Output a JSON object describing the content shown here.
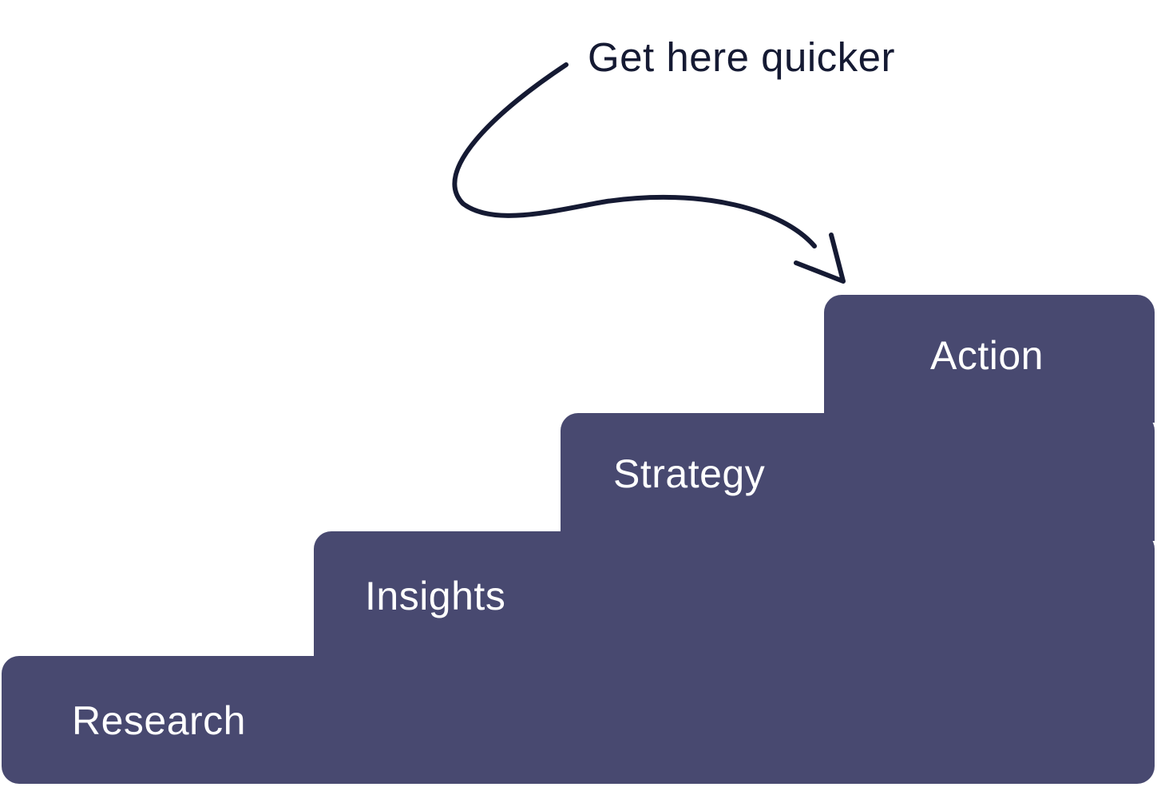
{
  "steps": [
    {
      "id": "research",
      "label": "Research"
    },
    {
      "id": "insights",
      "label": "Insights"
    },
    {
      "id": "strategy",
      "label": "Strategy"
    },
    {
      "id": "action",
      "label": "Action"
    }
  ],
  "callout": {
    "text": "Get here quicker",
    "icon": "curved-arrow-icon",
    "points_to": "action"
  },
  "colors": {
    "step_fill": "#484970",
    "step_label": "#ffffff",
    "callout": "#151a33",
    "background": "#ffffff"
  }
}
